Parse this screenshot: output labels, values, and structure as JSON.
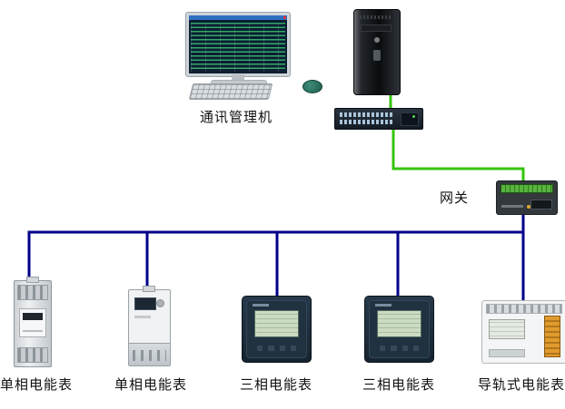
{
  "colors": {
    "wire_green": "#35c40a",
    "wire_navy": "#00008b"
  },
  "labels": {
    "station": "通讯管理机",
    "gateway": "网关"
  },
  "meters": [
    {
      "label": "单相电能表"
    },
    {
      "label": "单相电能表"
    },
    {
      "label": "三相电能表"
    },
    {
      "label": "三相电能表"
    },
    {
      "label": "导轨式电能表"
    }
  ]
}
